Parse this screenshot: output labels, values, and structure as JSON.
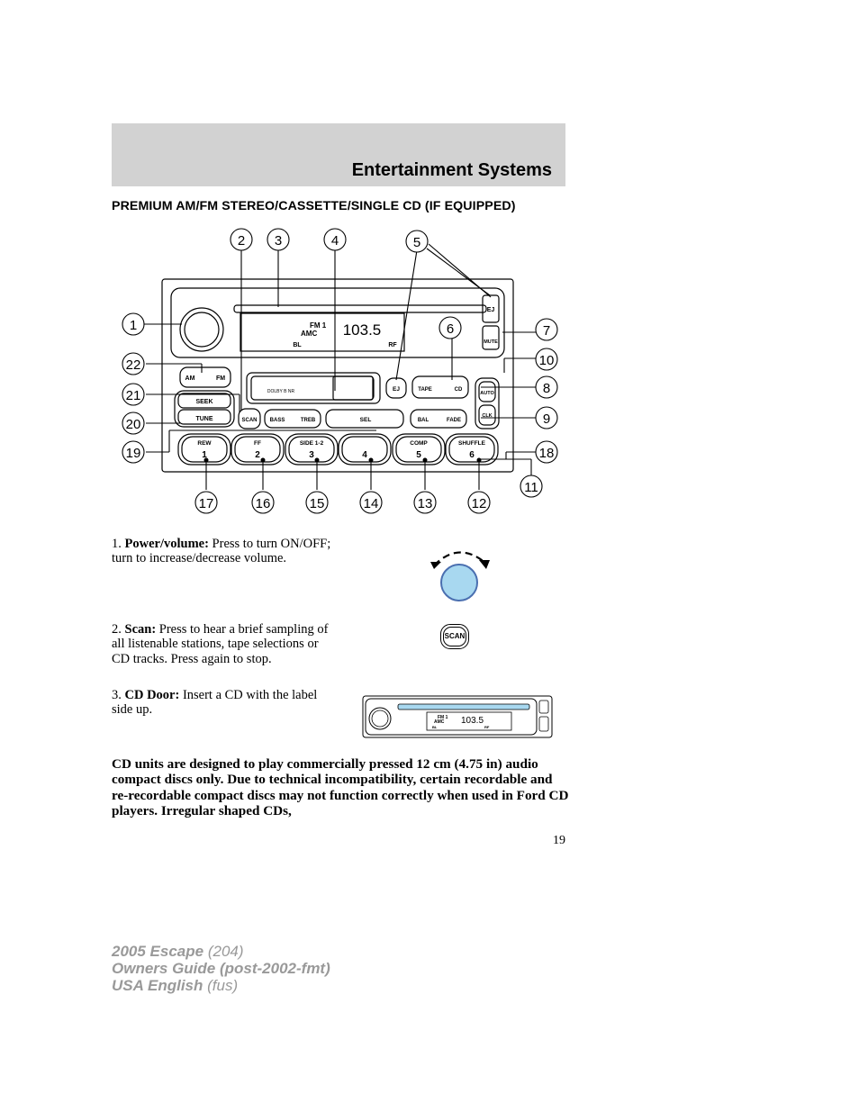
{
  "header": {
    "title": "Entertainment Systems"
  },
  "section": {
    "title": "PREMIUM AM/FM STEREO/CASSETTE/SINGLE CD (IF EQUIPPED)"
  },
  "diagram": {
    "callouts": [
      "1",
      "2",
      "3",
      "4",
      "5",
      "6",
      "7",
      "8",
      "9",
      "10",
      "11",
      "12",
      "13",
      "14",
      "15",
      "16",
      "17",
      "18",
      "19",
      "20",
      "21",
      "22"
    ],
    "display": {
      "band": "FM 1",
      "amc": "AMC",
      "freq": "103.5",
      "bal_left": "BL",
      "bal_right": "RF"
    },
    "labels": {
      "ej": "EJ",
      "mute": "MUTE",
      "am": "AM",
      "fm": "FM",
      "seek": "SEEK",
      "tune": "TUNE",
      "scan": "SCAN",
      "bass": "BASS",
      "treb": "TREB",
      "sel": "SEL",
      "bal": "BAL",
      "fade": "FADE",
      "tape": "TAPE",
      "cd": "CD",
      "auto": "AUTO",
      "clk": "CLK",
      "dolby": "DOLBY B NR"
    },
    "presets": [
      {
        "label": "REW",
        "num": "1"
      },
      {
        "label": "FF",
        "num": "2"
      },
      {
        "label": "SIDE 1-2",
        "num": "3"
      },
      {
        "label": "",
        "num": "4"
      },
      {
        "label": "COMP",
        "num": "5"
      },
      {
        "label": "SHUFFLE",
        "num": "6"
      }
    ]
  },
  "items": [
    {
      "num": "1.",
      "term": "Power/volume:",
      "text": "Press to turn ON/OFF; turn to increase/decrease volume."
    },
    {
      "num": "2.",
      "term": "Scan:",
      "text": "Press to hear a brief sampling of all listenable stations, tape selections or CD tracks. Press again to stop."
    },
    {
      "num": "3.",
      "term": "CD Door:",
      "text": "Insert a CD with the label side up."
    }
  ],
  "scan_icon_label": "SCAN",
  "mini_display": {
    "band": "FM 1",
    "amc": "AMC",
    "freq": "103.5",
    "bal_left": "BL",
    "bal_right": "RF"
  },
  "warning": "CD units are designed to play commercially pressed 12 cm (4.75 in) audio compact discs only. Due to technical incompatibility, certain recordable and re-recordable compact discs may not function correctly when used in Ford CD players. Irregular shaped CDs,",
  "page_number": "19",
  "footer": {
    "line1_bold": "2005 Escape",
    "line1_norm": "(204)",
    "line2_bold": "Owners Guide (post-2002-fmt)",
    "line3_bold": "USA English",
    "line3_norm": "(fus)"
  },
  "colors": {
    "header_band": "#d2d2d2",
    "knob_fill": "#a8d8f0",
    "knob_stroke": "#4a6fb0",
    "cd_slot": "#a8d8f0",
    "footer_text": "#999999"
  }
}
